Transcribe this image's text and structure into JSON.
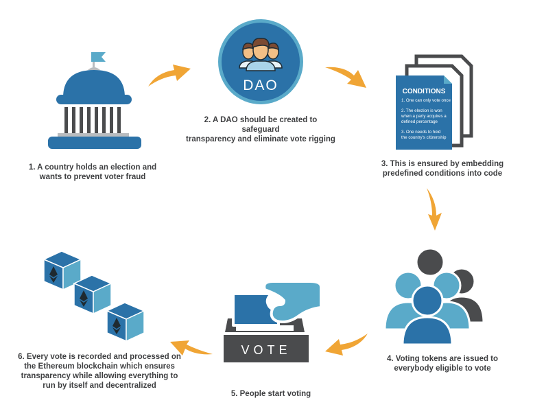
{
  "diagram": {
    "title": "DAO voting process on Ethereum",
    "colors": {
      "primary_blue": "#2b72a8",
      "light_blue": "#5aaac9",
      "dark_gray": "#4a4b4d",
      "light_gray": "#b9bcbf",
      "arrow_orange": "#f0a535",
      "text": "#3f4042"
    },
    "steps": [
      {
        "id": 1,
        "icon": "capitol-building-icon",
        "caption_lines": [
          "1. A country holds an election and",
          "wants to prevent voter fraud"
        ]
      },
      {
        "id": 2,
        "icon": "dao-group-icon",
        "badge_label": "DAO",
        "caption_lines": [
          "2. A DAO should be created to safeguard",
          "transparency and eliminate vote rigging"
        ]
      },
      {
        "id": 3,
        "icon": "conditions-document-icon",
        "document": {
          "title": "CONDITIONS",
          "items": [
            [
              "1. One can only vote once"
            ],
            [
              "2. The election is won",
              "when a party acquires a",
              "defined percentage"
            ],
            [
              "3. One needs to hold",
              "the country's citizenship"
            ]
          ]
        },
        "caption_lines": [
          "3. This is ensured by embedding",
          "predefined conditions into code"
        ]
      },
      {
        "id": 4,
        "icon": "people-group-icon",
        "caption_lines": [
          "4. Voting tokens are issued to",
          "everybody eligible to vote"
        ]
      },
      {
        "id": 5,
        "icon": "ballot-box-icon",
        "ballot_label": "VOTE",
        "caption_lines": [
          "5. People start voting"
        ]
      },
      {
        "id": 6,
        "icon": "ethereum-blocks-icon",
        "caption_lines": [
          "6. Every vote is recorded and processed on",
          "the Ethereum blockchain which ensures",
          "transparency while allowing everything to",
          "run by itself and decentralized"
        ]
      }
    ],
    "arrows": [
      {
        "from": 1,
        "to": 2
      },
      {
        "from": 2,
        "to": 3
      },
      {
        "from": 3,
        "to": 4
      },
      {
        "from": 4,
        "to": 5
      },
      {
        "from": 5,
        "to": 6
      }
    ]
  }
}
